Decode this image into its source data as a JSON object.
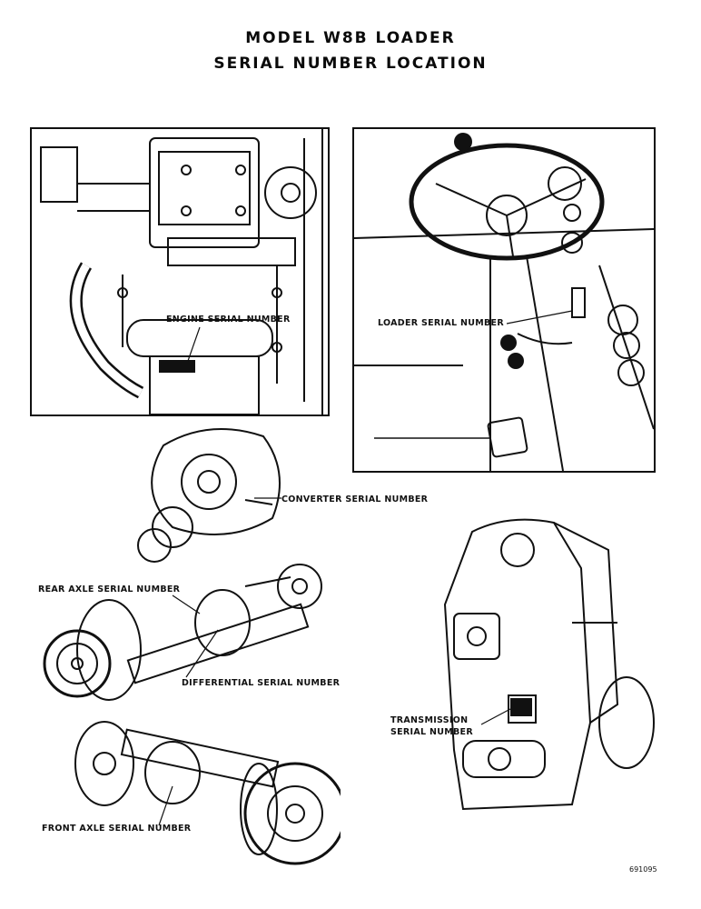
{
  "page": {
    "title_line1": "MODEL W8B LOADER",
    "title_line2": "SERIAL NUMBER LOCATION",
    "ref_number": "691095"
  },
  "labels": {
    "engine": "ENGINE SERIAL NUMBER",
    "loader": "LOADER SERIAL NUMBER",
    "converter": "CONVERTER SERIAL NUMBER",
    "rear_axle": "REAR AXLE SERIAL NUMBER",
    "differential": "DIFFERENTIAL SERIAL NUMBER",
    "transmission": "TRANSMISSION SERIAL NUMBER",
    "front_axle": "FRONT AXLE SERIAL NUMBER"
  },
  "colors": {
    "ink": "#111111",
    "paper": "#ffffff"
  }
}
